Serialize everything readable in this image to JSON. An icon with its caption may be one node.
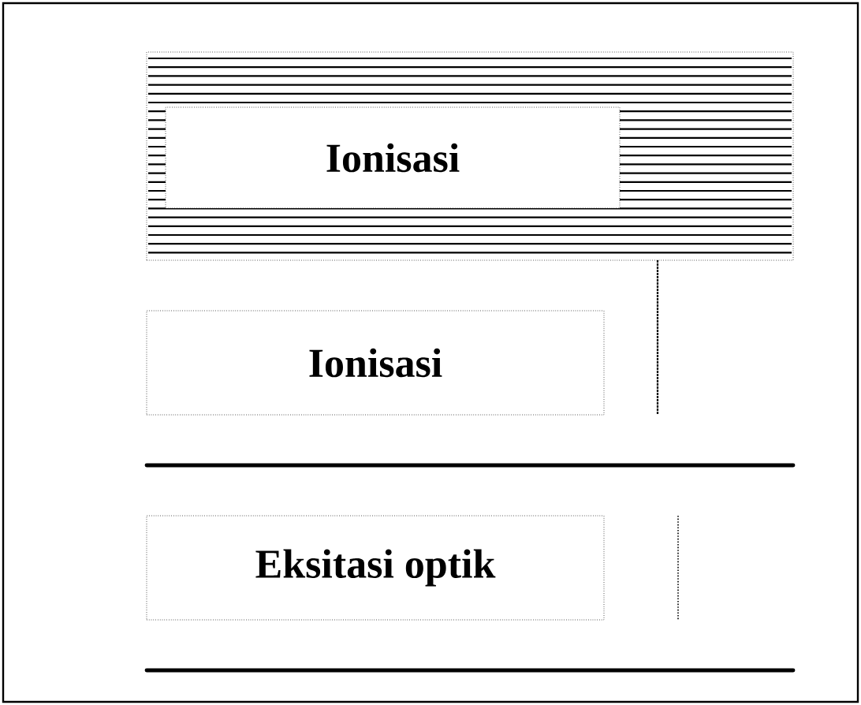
{
  "diagram": {
    "nodes": [
      {
        "text": [],
        "shape": "box"
      },
      {
        "text": [
          "Ionisasi"
        ],
        "in": 0
      },
      {
        "text": [
          "Ionisasi"
        ]
      },
      {
        "text": [
          "Eksitasi optik"
        ]
      }
    ]
  }
}
